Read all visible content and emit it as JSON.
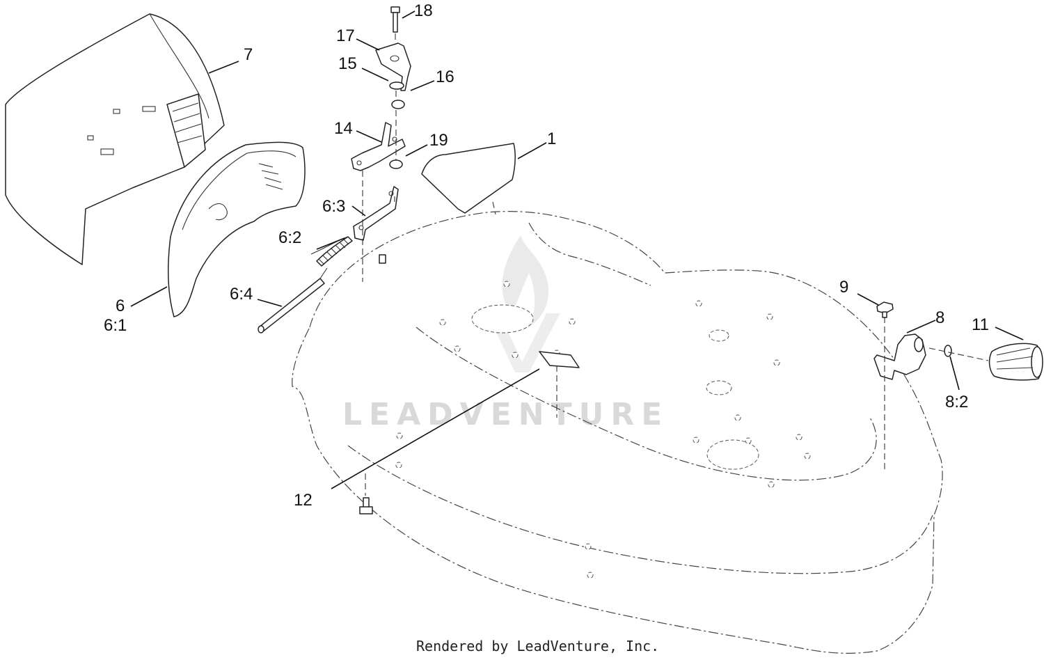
{
  "diagram": {
    "callouts": [
      "1",
      "6",
      "6:1",
      "6:2",
      "6:3",
      "6:4",
      "7",
      "8",
      "8:2",
      "9",
      "11",
      "12",
      "14",
      "15",
      "16",
      "17",
      "18",
      "19"
    ],
    "watermark": "LEADVENTURE",
    "footer": "Rendered by LeadVenture, Inc."
  }
}
